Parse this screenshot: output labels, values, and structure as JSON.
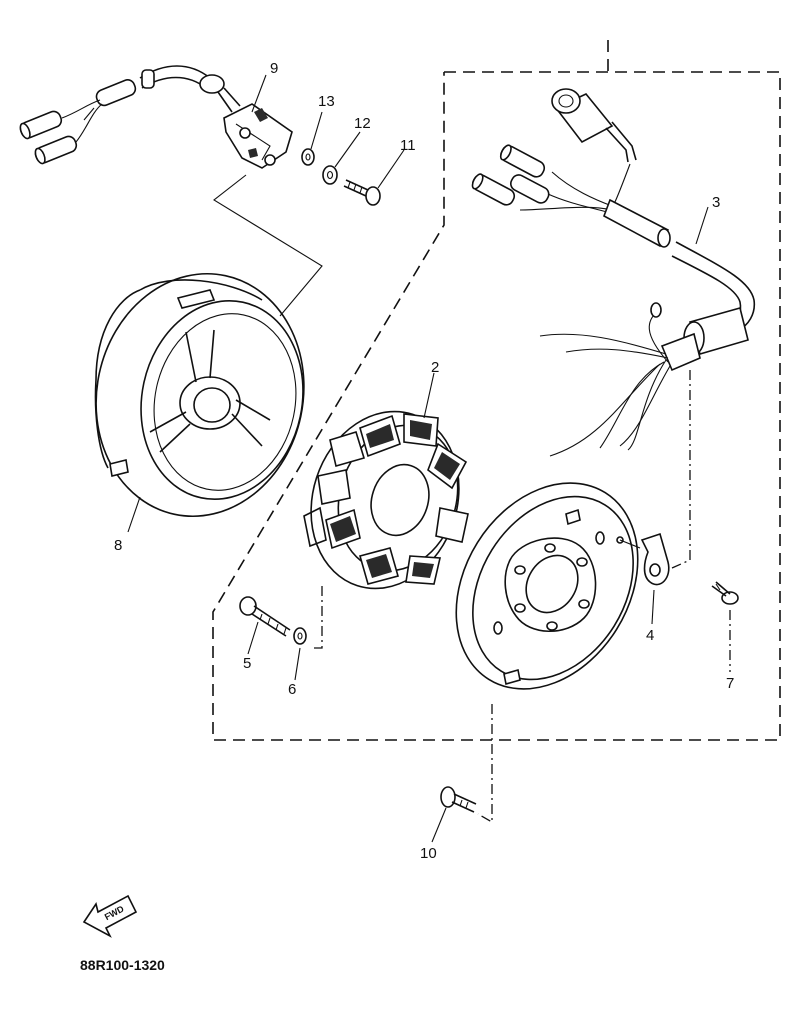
{
  "callouts": {
    "c1": "2",
    "c2": "3",
    "c3": "4",
    "c4": "5",
    "c5": "6",
    "c6": "7",
    "c7": "8",
    "c8": "9",
    "c9": "10",
    "c10": "11",
    "c11": "12",
    "c12": "13"
  },
  "fwd_label": "FWD",
  "diagram_code": "88R100-1320"
}
